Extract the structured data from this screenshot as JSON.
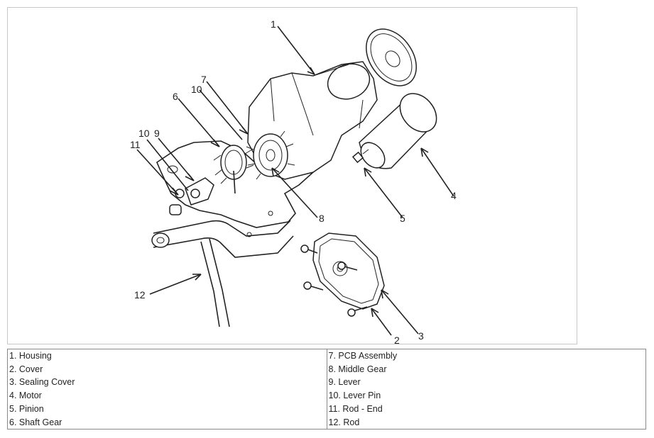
{
  "callouts": {
    "c1": "1",
    "c2": "2",
    "c3": "3",
    "c4": "4",
    "c5": "5",
    "c6": "6",
    "c7": "7",
    "c8": "8",
    "c9": "9",
    "c10a": "10",
    "c10b": "10",
    "c11": "11",
    "c12": "12"
  },
  "legend": {
    "rows": [
      [
        "1. Housing",
        "7. PCB Assembly"
      ],
      [
        "2. Cover",
        "8. Middle Gear"
      ],
      [
        "3. Sealing Cover",
        "9. Lever"
      ],
      [
        "4. Motor",
        "10. Lever Pin"
      ],
      [
        "5. Pinion",
        "11. Rod - End"
      ],
      [
        "6. Shaft Gear",
        "12. Rod"
      ]
    ]
  }
}
